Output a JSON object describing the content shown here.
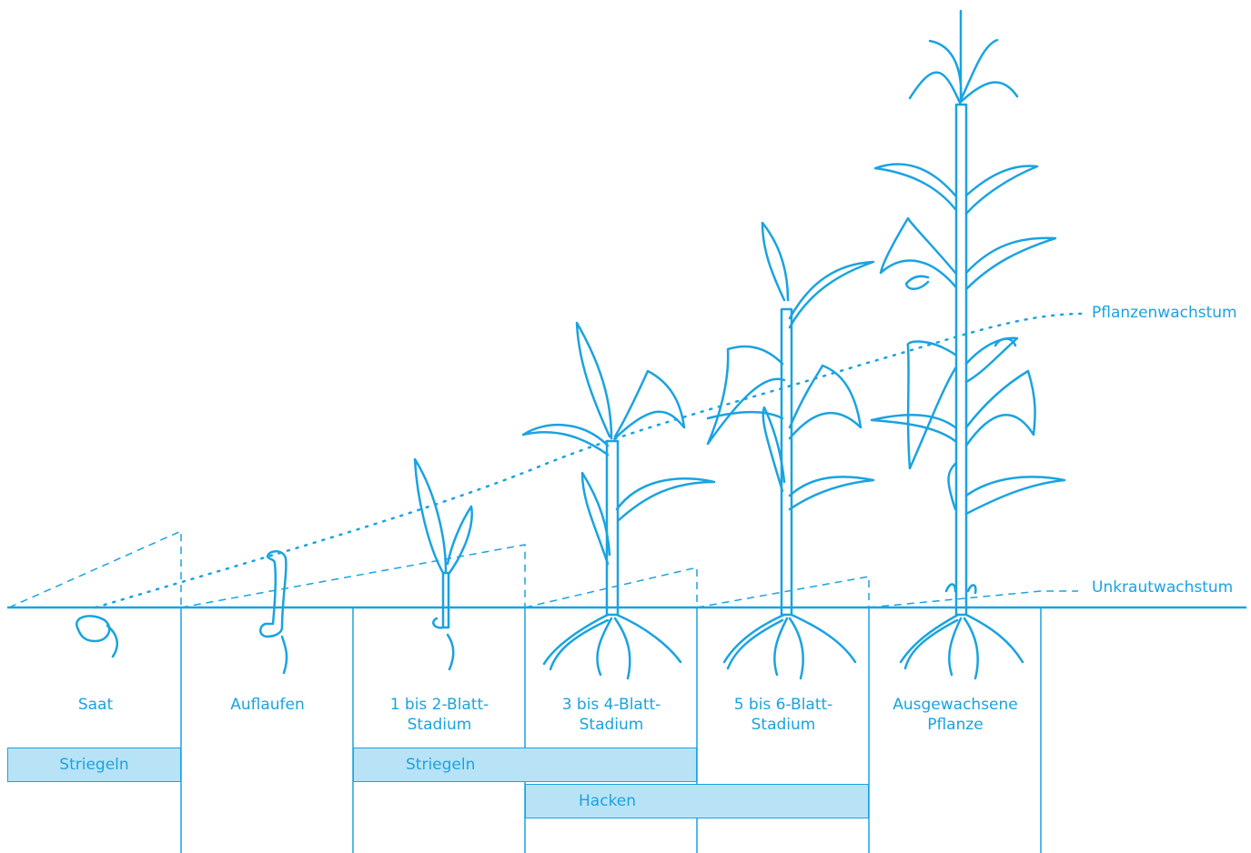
{
  "colors": {
    "primary": "#1aa3e0",
    "bar_fill": "#b8e3f7",
    "background": "#ffffff"
  },
  "legend": {
    "plant_growth": "Pflanzenwachstum",
    "weed_growth": "Unkrautwachstum"
  },
  "stages": [
    {
      "id": "saat",
      "label": "Saat"
    },
    {
      "id": "auflaufen",
      "label": "Auflaufen"
    },
    {
      "id": "blatt-1-2",
      "label": "1 bis 2-Blatt-\nStadium"
    },
    {
      "id": "blatt-3-4",
      "label": "3 bis 4-Blatt-\nStadium"
    },
    {
      "id": "blatt-5-6",
      "label": "5 bis 6-Blatt-\nStadium"
    },
    {
      "id": "ausgewachsen",
      "label": "Ausgewachsene\nPflanze"
    }
  ],
  "treatments": {
    "striegeln_early": "Striegeln",
    "striegeln_mid": "Striegeln",
    "hacken": "Hacken"
  }
}
